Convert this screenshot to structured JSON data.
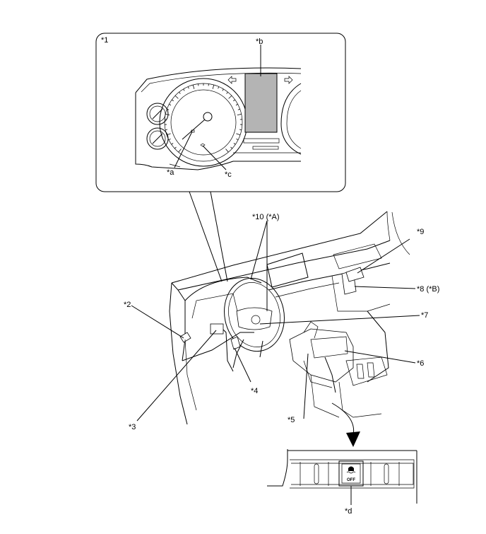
{
  "callouts": {
    "c1": "*1",
    "ca": "*a",
    "cb": "*b",
    "cc": "*c",
    "c2": "*2",
    "c3": "*3",
    "c4": "*4",
    "c5": "*5",
    "c6": "*6",
    "c7": "*7",
    "c8": "*8 (*B)",
    "c9": "*9",
    "c10": "*10 (*A)",
    "cd": "*d"
  },
  "switch_text": "OFF",
  "colors": {
    "display": "#b4b4b4",
    "line": "#000000",
    "background": "#ffffff"
  }
}
